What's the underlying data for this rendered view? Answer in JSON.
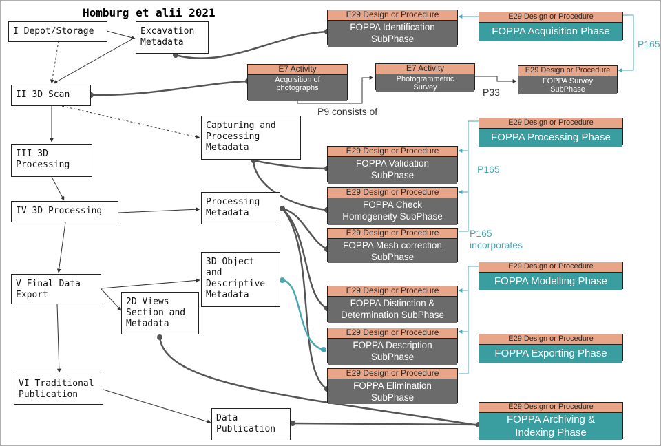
{
  "title": "Homburg et alii 2021",
  "phases": {
    "depot": "I Depot/Storage",
    "scan": "II 3D Scan",
    "processing3": "III 3D\nProcessing",
    "processing4": "IV 3D Processing",
    "final_export": "V Final Data\nExport",
    "traditional": "VI Traditional\nPublication"
  },
  "metadata": {
    "excavation": "Excavation\nMetadata",
    "capturing": "Capturing and\nProcessing\nMetadata",
    "processing": "Processing\nMetadata",
    "object3d": "3D Object\nand\nDescriptive\nMetadata",
    "views2d": "2D Views\nSection and\nMetadata",
    "publication": "Data\nPublication"
  },
  "entities": {
    "identification": {
      "type": "E29 Design or Procedure",
      "name": "FOPPA Identification\nSubPhase"
    },
    "acquisition_phase": {
      "type": "E29 Design or Procedure",
      "name": "FOPPA Acquisition Phase"
    },
    "acq_photos": {
      "type": "E7 Activity",
      "name": "Acquisition of\nphotographs"
    },
    "photogrammetric": {
      "type": "E7 Activity",
      "name": "Photogrammetric\nSurvey"
    },
    "survey": {
      "type": "E29 Design or Procedure",
      "name": "FOPPA Survey\nSubPhase"
    },
    "processing_phase": {
      "type": "E29 Design or Procedure",
      "name": "FOPPA Processing Phase"
    },
    "validation": {
      "type": "E29 Design or Procedure",
      "name": "FOPPA Validation\nSubPhase"
    },
    "homogeneity": {
      "type": "E29 Design or Procedure",
      "name": "FOPPA Check\nHomogeneity SubPhase"
    },
    "mesh": {
      "type": "E29 Design or Procedure",
      "name": "FOPPA Mesh correction\nSubPhase"
    },
    "modelling_phase": {
      "type": "E29 Design or Procedure",
      "name": "FOPPA Modelling Phase"
    },
    "distinction": {
      "type": "E29 Design or Procedure",
      "name": "FOPPA Distinction &\nDetermination SubPhase"
    },
    "exporting_phase": {
      "type": "E29 Design or Procedure",
      "name": "FOPPA Exporting Phase"
    },
    "description": {
      "type": "E29 Design or Procedure",
      "name": "FOPPA Description\nSubPhase"
    },
    "elimination": {
      "type": "E29 Design or Procedure",
      "name": "FOPPA Elimination\nSubPhase"
    },
    "archiving_phase": {
      "type": "E29 Design or Procedure",
      "name": "FOPPA Archiving &\nIndexing Phase"
    }
  },
  "edge_labels": {
    "p165_top": "P165",
    "p33": "P33",
    "p9": "P9 consists of",
    "p165_mid": "P165",
    "p165_low": "P165",
    "incorporates": "incorporates"
  },
  "colors": {
    "entity_header": "#e8a587",
    "entity_grey": "#6b6b6b",
    "entity_teal": "#3a9ea0",
    "link_teal": "#4aa8b3",
    "link_grey": "#555555"
  }
}
